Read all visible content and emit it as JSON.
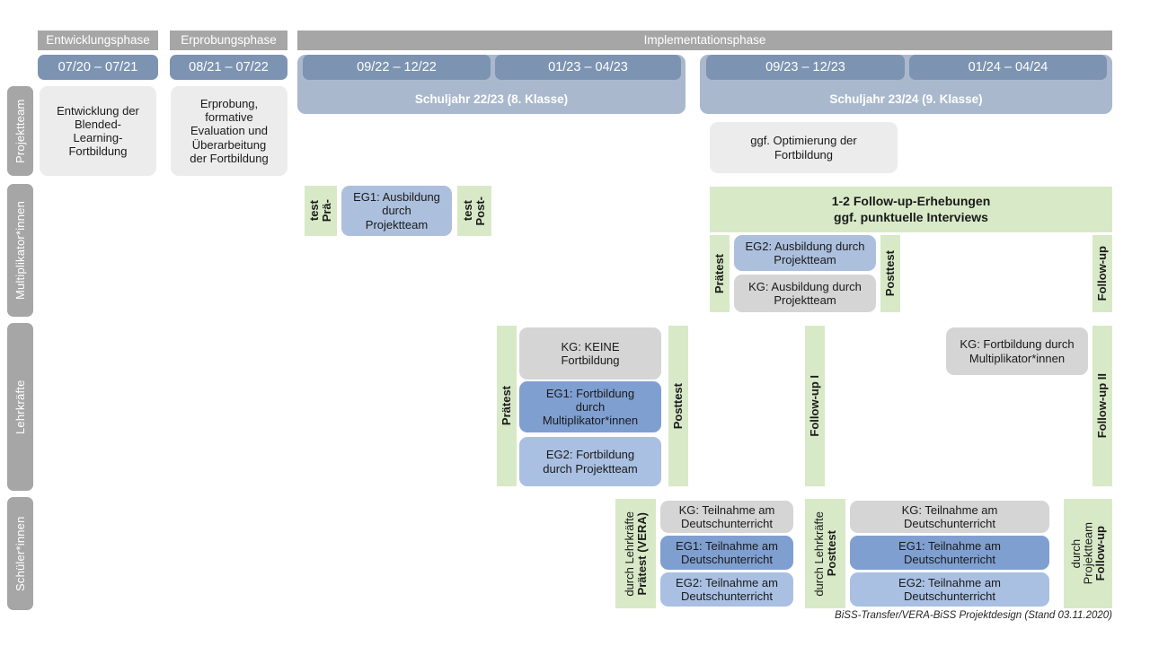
{
  "figure": {
    "caption": "BiSS-Transfer/VERA-BiSS Projektdesign (Stand 03.11.2020)"
  },
  "colors": {
    "phase_header": "#a6a6a6",
    "date_chip": "#7d93b2",
    "schoolyear": "#aab8cd",
    "role_label": "#a6a6a6",
    "green_strip": "#d8e9c7",
    "card_grey_light": "#ececec",
    "card_grey": "#d5d5d5",
    "card_blue_mid": "#acc0de",
    "card_blue_dark": "#7f9fd1",
    "card_blue_pale": "#a9c0e2"
  },
  "phases": [
    {
      "label": "Entwicklungsphase"
    },
    {
      "label": "Erprobungsphase"
    },
    {
      "label": "Implementationsphase"
    }
  ],
  "periods": [
    {
      "label": "07/20 – 07/21"
    },
    {
      "label": "08/21 – 07/22"
    },
    {
      "label": "09/22 – 12/22"
    },
    {
      "label": "01/23 – 04/23"
    },
    {
      "label": "09/23 – 12/23"
    },
    {
      "label": "01/24 – 04/24"
    }
  ],
  "schoolyears": [
    {
      "label": "Schuljahr 22/23 (8. Klasse)"
    },
    {
      "label": "Schuljahr 23/24 (9. Klasse)"
    }
  ],
  "roles": [
    {
      "label": "Projektteam"
    },
    {
      "label": "Multiplikator*innen"
    },
    {
      "label": "Lehrkräfte"
    },
    {
      "label": "Schüler*innen"
    }
  ],
  "projektteam": {
    "entwicklung": "Entwicklung der\nBlended-\nLearning-\nFortbildung",
    "erprobung": "Erprobung,\nformative\nEvaluation und\nÜberarbeitung\nder Fortbildung",
    "optimierung": "ggf. Optimierung der\nFortbildung"
  },
  "multiplikatoren": {
    "praetest_1_line1": "Prä-",
    "praetest_1_line2": "test",
    "eg1": "EG1: Ausbildung\ndurch\nProjektteam",
    "posttest_1_line1": "Post-",
    "posttest_1_line2": "test",
    "banner": "1-2 Follow-up-Erhebungen\nggf. punktuelle Interviews",
    "praetest_2": "Prätest",
    "eg2": "EG2:  Ausbildung durch\nProjektteam",
    "kg": "KG: Ausbildung durch\nProjektteam",
    "posttest_2": "Posttest",
    "followup": "Follow-up"
  },
  "lehrkraefte": {
    "praetest": "Prätest",
    "kg": "KG:  KEINE\nFortbildung",
    "eg1": "EG1: Fortbildung\ndurch\nMultiplikator*innen",
    "eg2": "EG2: Fortbildung\ndurch Projektteam",
    "posttest": "Posttest",
    "followup_1": "Follow-up I",
    "kg_2": "KG: Fortbildung durch\nMultiplikator*innen",
    "followup_2": "Follow-up II"
  },
  "schueler": {
    "praetest_main": "Prätest (VERA)",
    "praetest_sub": "durch Lehrkräfte",
    "kg_1": "KG: Teilnahme am\nDeutschunterricht",
    "eg1_1": "EG1: Teilnahme am\nDeutschunterricht",
    "eg2_1": "EG2: Teilnahme am\nDeutschunterricht",
    "posttest_main": "Posttest",
    "posttest_sub": "durch Lehrkräfte",
    "kg_2": "KG: Teilnahme am\nDeutschunterricht",
    "eg1_2": "EG1: Teilnahme am\nDeutschunterricht",
    "eg2_2": "EG2: Teilnahme am\nDeutschunterricht",
    "followup_main": "Follow-up",
    "followup_sub": "durch\nProjektteam"
  }
}
